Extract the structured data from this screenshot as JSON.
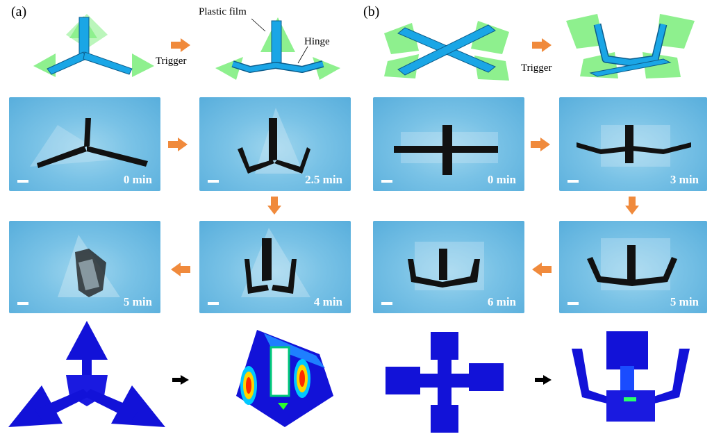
{
  "labels": {
    "panel_a": "(a)",
    "panel_b": "(b)"
  },
  "annotations": {
    "plastic_film": "Plastic film",
    "hinge": "Hinge",
    "trigger_a": "Trigger",
    "trigger_b": "Trigger"
  },
  "photos": {
    "a1": "0 min",
    "a2": "2.5 min",
    "a3": "4 min",
    "a4": "5 min",
    "b1": "0 min",
    "b2": "3 min",
    "b3": "5 min",
    "b4": "6 min"
  },
  "colors": {
    "film_green": "#8ef08e",
    "beam_blue": "#1aa6e6",
    "arrow_orange": "#f08a3c",
    "sim_blue": "#1010d0",
    "background_photo": "#79c2e6"
  }
}
